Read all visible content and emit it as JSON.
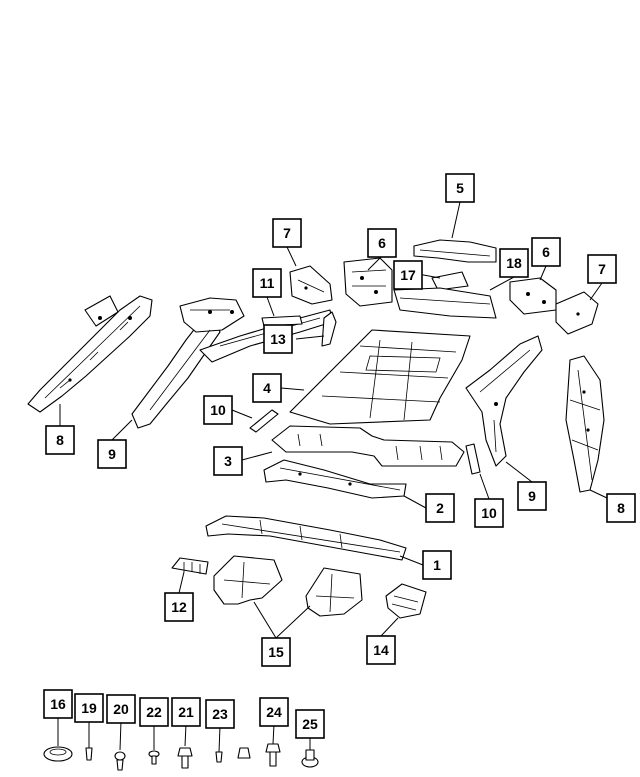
{
  "callouts": {
    "c1": "1",
    "c2": "2",
    "c3": "3",
    "c4": "4",
    "c5": "5",
    "c6a": "6",
    "c6b": "6",
    "c7a": "7",
    "c7b": "7",
    "c8a": "8",
    "c8b": "8",
    "c9a": "9",
    "c9b": "9",
    "c10a": "10",
    "c10b": "10",
    "c11": "11",
    "c12": "12",
    "c13": "13",
    "c14": "14",
    "c15": "15",
    "c16": "16",
    "c17": "17",
    "c18": "18",
    "c19": "19",
    "c20": "20",
    "c21": "21",
    "c22": "22",
    "c23": "23",
    "c24": "24",
    "c25": "25"
  }
}
